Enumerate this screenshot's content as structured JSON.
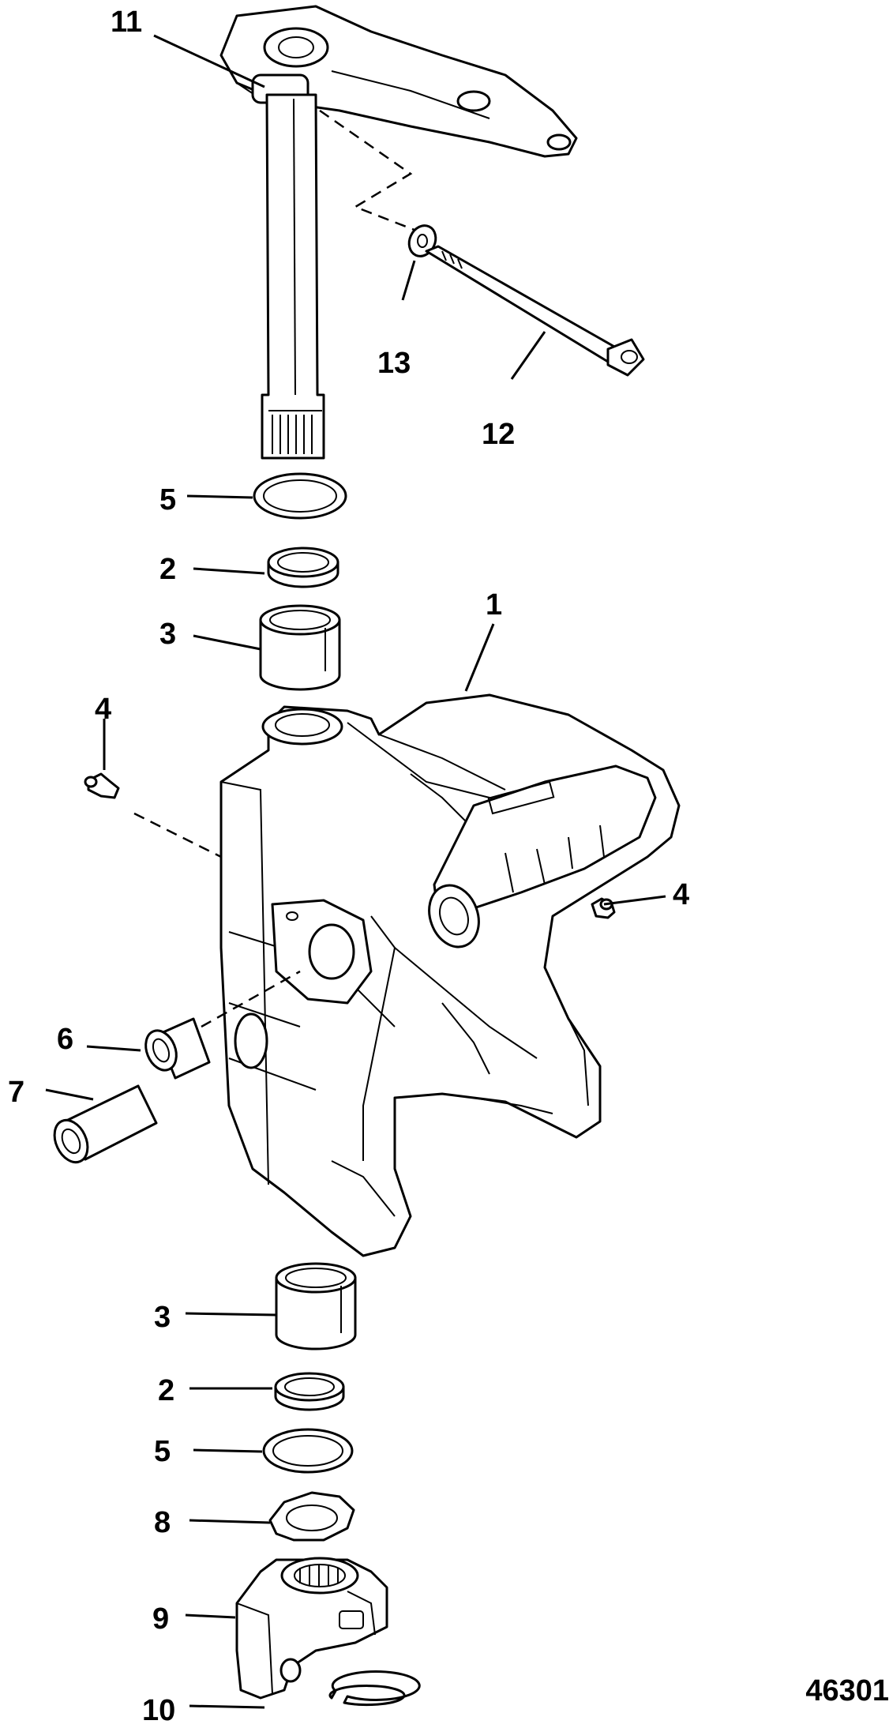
{
  "diagram": {
    "figure_number": "46301",
    "callouts": [
      {
        "id": "c11",
        "text": "11"
      },
      {
        "id": "c13",
        "text": "13"
      },
      {
        "id": "c12",
        "text": "12"
      },
      {
        "id": "c5a",
        "text": "5"
      },
      {
        "id": "c2a",
        "text": "2"
      },
      {
        "id": "c3a",
        "text": "3"
      },
      {
        "id": "c1",
        "text": "1"
      },
      {
        "id": "c4a",
        "text": "4"
      },
      {
        "id": "c4b",
        "text": "4"
      },
      {
        "id": "c6",
        "text": "6"
      },
      {
        "id": "c7",
        "text": "7"
      },
      {
        "id": "c3b",
        "text": "3"
      },
      {
        "id": "c2b",
        "text": "2"
      },
      {
        "id": "c5b",
        "text": "5"
      },
      {
        "id": "c8",
        "text": "8"
      },
      {
        "id": "c9",
        "text": "9"
      },
      {
        "id": "c10",
        "text": "10"
      }
    ]
  }
}
